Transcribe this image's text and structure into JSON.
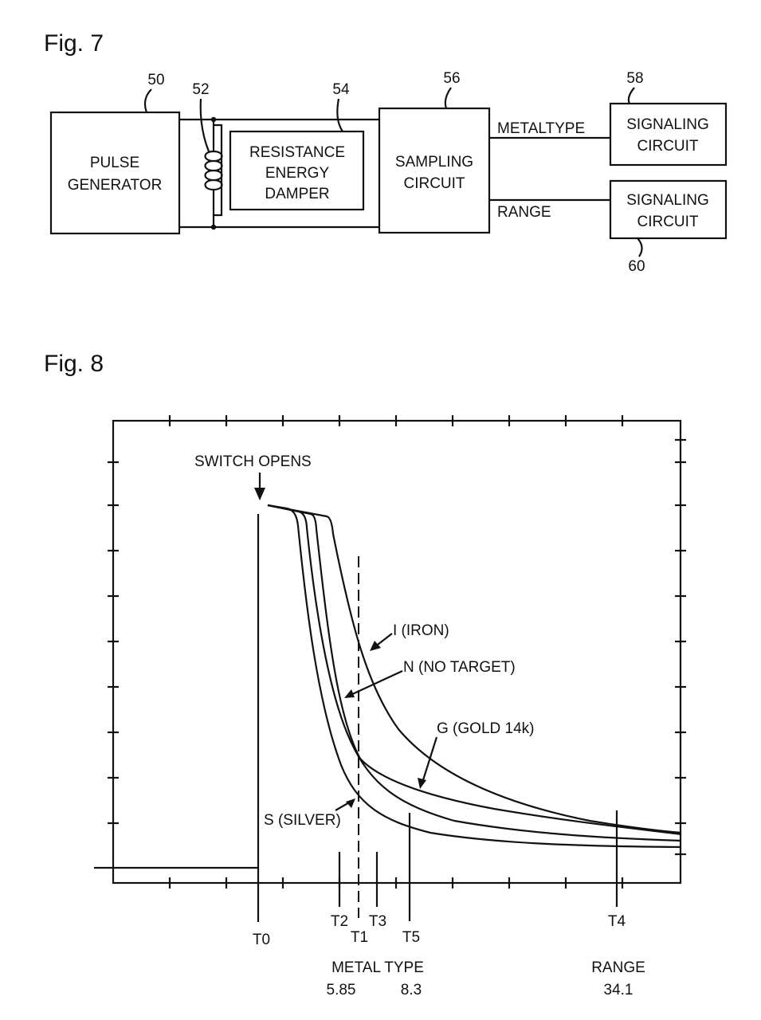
{
  "fig7": {
    "title": "Fig. 7",
    "pulse_generator": {
      "ref": "50",
      "line1": "PULSE",
      "line2": "GENERATOR"
    },
    "coil": {
      "ref": "52"
    },
    "damper": {
      "ref": "54",
      "line1": "RESISTANCE",
      "line2": "ENERGY",
      "line3": "DAMPER"
    },
    "sampling": {
      "ref": "56",
      "line1": "SAMPLING",
      "line2": "CIRCUIT"
    },
    "signal_top": {
      "ref": "58",
      "line1": "SIGNALING",
      "line2": "CIRCUIT",
      "wire_label": "METALTYPE"
    },
    "signal_bottom": {
      "ref": "60",
      "line1": "SIGNALING",
      "line2": "CIRCUIT",
      "wire_label": "RANGE"
    }
  },
  "fig8": {
    "title": "Fig. 8",
    "annotations": {
      "switch_opens": "SWITCH OPENS",
      "iron": "I (IRON)",
      "no_target": "N (NO TARGET)",
      "gold": "G (GOLD 14k)",
      "silver": "S (SILVER)"
    },
    "ticks": {
      "t0": "T0",
      "t1": "T1",
      "t2": "T2",
      "t3": "T3",
      "t4": "T4",
      "t5": "T5"
    },
    "footer": {
      "metal_type": "METAL TYPE",
      "metal_type_v1": "5.85",
      "metal_type_v2": "8.3",
      "range": "RANGE",
      "range_v": "34.1"
    }
  }
}
